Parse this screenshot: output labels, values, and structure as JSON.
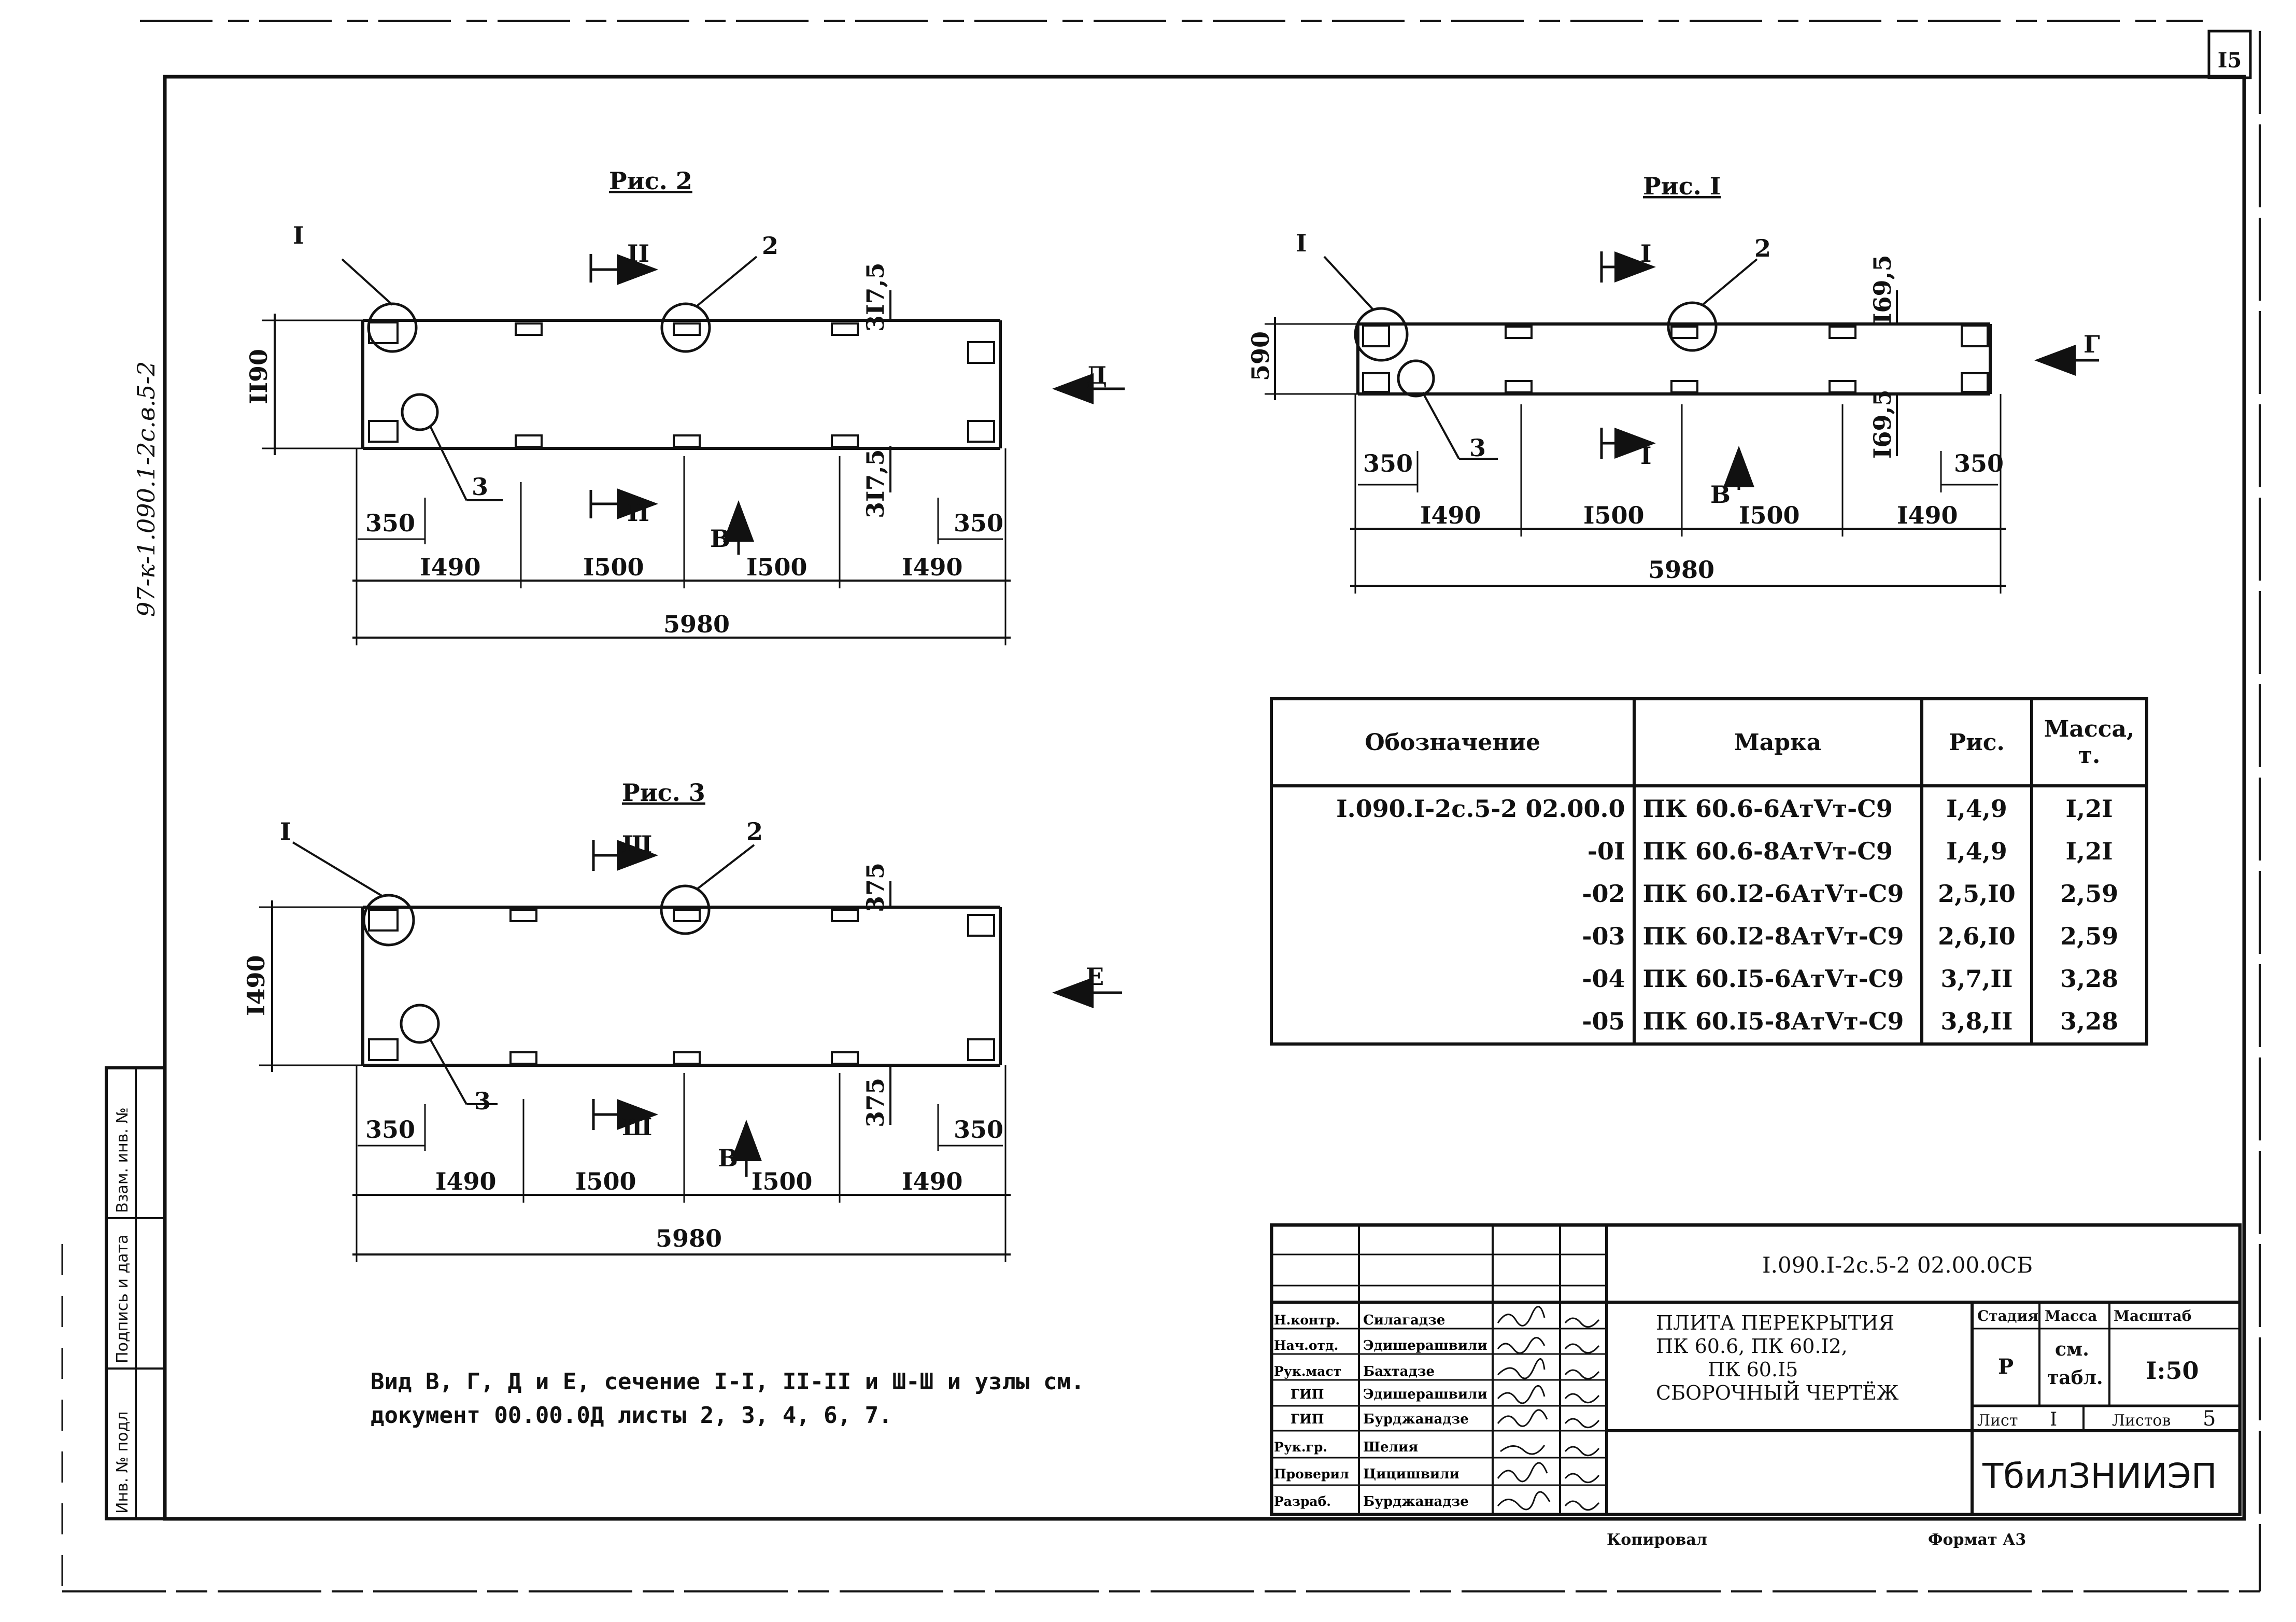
{
  "sheet_number": "I5",
  "vertical_code": "97-к-1.090.1-2с.в.5-2",
  "figures": {
    "fig1": {
      "title": "Рис. I",
      "callouts": [
        "I",
        "2",
        "3"
      ],
      "section_mark": "I",
      "view_mark": "Г",
      "view_b": "В",
      "height_dim": "590",
      "offset_top": "I69,5",
      "offset_bottom": "I69,5",
      "edge_left": "350",
      "edge_right": "350",
      "spans": [
        "I490",
        "I500",
        "I500",
        "I490"
      ],
      "total": "5980"
    },
    "fig2": {
      "title": "Рис. 2",
      "callouts": [
        "I",
        "2",
        "3"
      ],
      "section_mark": "II",
      "view_mark": "Д",
      "view_b": "В",
      "height_dim": "II90",
      "offset_top": "3I7,5",
      "offset_bottom": "3I7,5",
      "edge_left": "350",
      "edge_right": "350",
      "spans": [
        "I490",
        "I500",
        "I500",
        "I490"
      ],
      "total": "5980"
    },
    "fig3": {
      "title": "Рис. 3",
      "callouts": [
        "I",
        "2",
        "3"
      ],
      "section_mark": "Ш",
      "view_mark": "Е",
      "view_b": "В",
      "height_dim": "I490",
      "offset_top": "375",
      "offset_bottom": "375",
      "edge_left": "350",
      "edge_right": "350",
      "spans": [
        "I490",
        "I500",
        "I500",
        "I490"
      ],
      "total": "5980"
    }
  },
  "table": {
    "headers": [
      "Обозначение",
      "Марка",
      "Рис.",
      "Масса, т."
    ],
    "rows": [
      {
        "designation": "I.090.I-2с.5-2 02.00.0",
        "mark": "ПК 60.6-6АтVт-С9",
        "fig": "I,4,9",
        "mass": "I,2I"
      },
      {
        "designation": "-0I",
        "mark": "ПК 60.6-8АтVт-С9",
        "fig": "I,4,9",
        "mass": "I,2I"
      },
      {
        "designation": "-02",
        "mark": "ПК 60.I2-6АтVт-С9",
        "fig": "2,5,I0",
        "mass": "2,59"
      },
      {
        "designation": "-03",
        "mark": "ПК 60.I2-8АтVт-С9",
        "fig": "2,6,I0",
        "mass": "2,59"
      },
      {
        "designation": "-04",
        "mark": "ПК 60.I5-6АтVт-С9",
        "fig": "3,7,II",
        "mass": "3,28"
      },
      {
        "designation": "-05",
        "mark": "ПК 60.I5-8АтVт-С9",
        "fig": "3,8,II",
        "mass": "3,28"
      }
    ]
  },
  "note": {
    "line1": "Вид В, Г, Д и Е, сечение I-I, II-II и Ш-Ш и узлы см.",
    "line2": "документ 00.00.0Д листы 2, 3, 4, 6, 7."
  },
  "title_block": {
    "doc_code": "I.090.I-2с.5-2  02.00.0СБ",
    "title_lines": [
      "ПЛИТА ПЕРЕКРЫТИЯ",
      "ПК 60.6, ПК 60.I2,",
      "ПК 60.I5",
      "СБОРОЧНЫЙ ЧЕРТЁЖ"
    ],
    "stage_label": "Стадия",
    "mass_label": "Масса",
    "scale_label": "Масштаб",
    "stage": "Р",
    "mass_line1": "см.",
    "mass_line2": "табл.",
    "scale": "I:50",
    "sheet_label": "Лист",
    "sheet": "I",
    "sheets_label": "Листов",
    "sheets": "5",
    "organization": "ТбилЗНИИЭП",
    "roles": [
      {
        "role": "Н.контр.",
        "name": "Силагадзе"
      },
      {
        "role": "Нач.отд.",
        "name": "Эдишерашвили"
      },
      {
        "role": "Рук.маст",
        "name": "Бахтадзе"
      },
      {
        "role": "ГИП",
        "name": "Эдишерашвили"
      },
      {
        "role": "ГИП",
        "name": "Бурджанадзе"
      },
      {
        "role": "Рук.гр.",
        "name": "Шелия"
      },
      {
        "role": "Проверил",
        "name": "Цицишвили"
      },
      {
        "role": "Разраб.",
        "name": "Бурджанадзе"
      }
    ]
  },
  "side_stamp": [
    "Инв. № подл",
    "Подпись и дата",
    "Взам. инв. №"
  ],
  "footer": {
    "copied": "Копировал",
    "format": "Формат А3"
  }
}
